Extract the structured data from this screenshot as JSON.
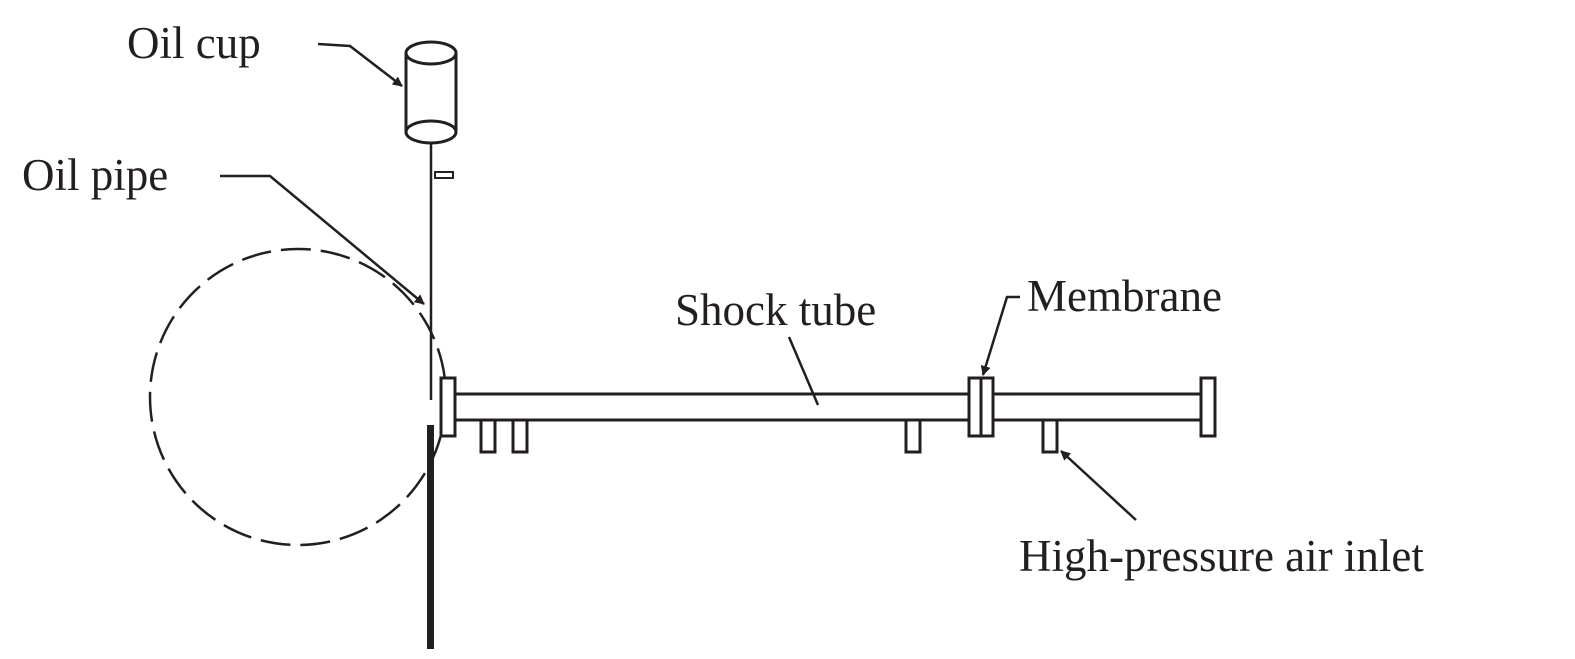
{
  "labels": {
    "oil_cup": "Oil cup",
    "oil_pipe": "Oil pipe",
    "shock_tube": "Shock tube",
    "membrane": "Membrane",
    "air_inlet": "High-pressure air inlet"
  },
  "colors": {
    "line": "#231f20",
    "background": "#ffffff"
  }
}
